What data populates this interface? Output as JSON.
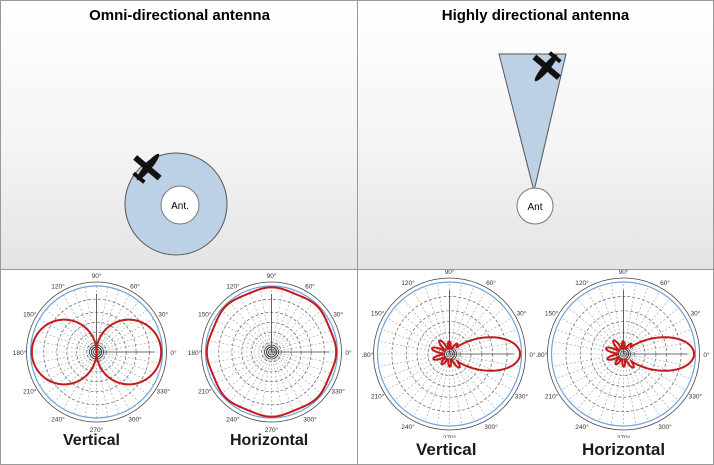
{
  "panels": {
    "omni": {
      "title": "Omni-directional antenna",
      "antenna_label": "Ant."
    },
    "directional": {
      "title": "Highly directional antenna",
      "antenna_label": "Ant"
    }
  },
  "polar_plots": [
    {
      "caption": "Vertical",
      "pattern": "figure-eight"
    },
    {
      "caption": "Horizontal",
      "pattern": "omnidirectional"
    },
    {
      "caption": "Vertical",
      "pattern": "directional-main-lobe"
    },
    {
      "caption": "Horizontal",
      "pattern": "directional-main-lobe"
    }
  ],
  "angle_labels": [
    "90°",
    "60°",
    "30°",
    "0°",
    "330°",
    "300°",
    "270°",
    "240°",
    "210°",
    "180°",
    "150°",
    "120°"
  ],
  "colors": {
    "coverage_fill": "#bcd1e6",
    "pattern_line": "#c41a1a",
    "outer_ring": "#6fa3d8"
  },
  "icons": [
    "airplane-icon"
  ]
}
